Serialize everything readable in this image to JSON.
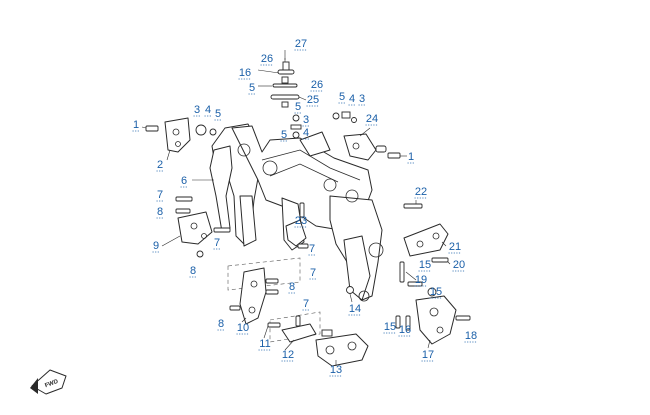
{
  "callouts": [
    {
      "id": "c27",
      "label": "27"
    },
    {
      "id": "c26a",
      "label": "26"
    },
    {
      "id": "c16",
      "label": "16"
    },
    {
      "id": "c5a",
      "label": "5"
    },
    {
      "id": "c26b",
      "label": "26"
    },
    {
      "id": "c25",
      "label": "25"
    },
    {
      "id": "c5b",
      "label": "5"
    },
    {
      "id": "c3a",
      "label": "3"
    },
    {
      "id": "c5c",
      "label": "5"
    },
    {
      "id": "c4a",
      "label": "4"
    },
    {
      "id": "c3b",
      "label": "3"
    },
    {
      "id": "c4b",
      "label": "4"
    },
    {
      "id": "c5d",
      "label": "5"
    },
    {
      "id": "c5e",
      "label": "5"
    },
    {
      "id": "c4c",
      "label": "4"
    },
    {
      "id": "c3c",
      "label": "3"
    },
    {
      "id": "c24",
      "label": "24"
    },
    {
      "id": "c1a",
      "label": "1"
    },
    {
      "id": "c1b",
      "label": "1"
    },
    {
      "id": "c2",
      "label": "2"
    },
    {
      "id": "c6",
      "label": "6"
    },
    {
      "id": "c22",
      "label": "22"
    },
    {
      "id": "c7a",
      "label": "7"
    },
    {
      "id": "c8a",
      "label": "8"
    },
    {
      "id": "c23",
      "label": "23"
    },
    {
      "id": "c9",
      "label": "9"
    },
    {
      "id": "c7b",
      "label": "7"
    },
    {
      "id": "c7c",
      "label": "7"
    },
    {
      "id": "c21",
      "label": "21"
    },
    {
      "id": "c8b",
      "label": "8"
    },
    {
      "id": "c7d",
      "label": "7"
    },
    {
      "id": "c15a",
      "label": "15"
    },
    {
      "id": "c20",
      "label": "20"
    },
    {
      "id": "c19",
      "label": "19"
    },
    {
      "id": "c8c",
      "label": "8"
    },
    {
      "id": "c15b",
      "label": "15"
    },
    {
      "id": "c7e",
      "label": "7"
    },
    {
      "id": "c14",
      "label": "14"
    },
    {
      "id": "c8d",
      "label": "8"
    },
    {
      "id": "c10",
      "label": "10"
    },
    {
      "id": "c15c",
      "label": "15"
    },
    {
      "id": "c16b",
      "label": "16"
    },
    {
      "id": "c18",
      "label": "18"
    },
    {
      "id": "c11",
      "label": "11"
    },
    {
      "id": "c12",
      "label": "12"
    },
    {
      "id": "c17",
      "label": "17"
    },
    {
      "id": "c13",
      "label": "13"
    }
  ],
  "direction_badge": {
    "label": "FWD"
  },
  "colors": {
    "callout": "#1a5fa8",
    "line": "#2a2a2a"
  }
}
